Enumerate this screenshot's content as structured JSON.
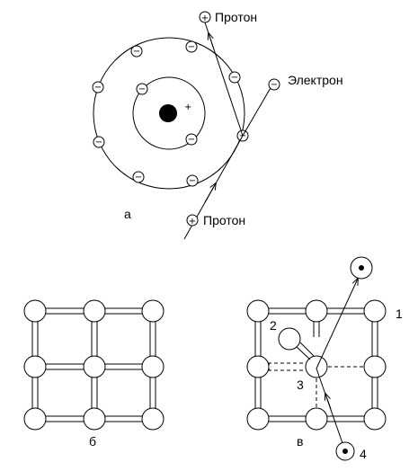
{
  "panel_a": {
    "label": "а",
    "proton_top": "Протон",
    "proton_bottom": "Протон",
    "electron": "Электрон",
    "electron_symbol": "−",
    "proton_symbol": "+",
    "nucleus_charge": "+"
  },
  "panel_b": {
    "label": "б"
  },
  "panel_v": {
    "label": "в",
    "marker_1": "1",
    "marker_2": "2",
    "marker_3": "3",
    "marker_4": "4"
  }
}
